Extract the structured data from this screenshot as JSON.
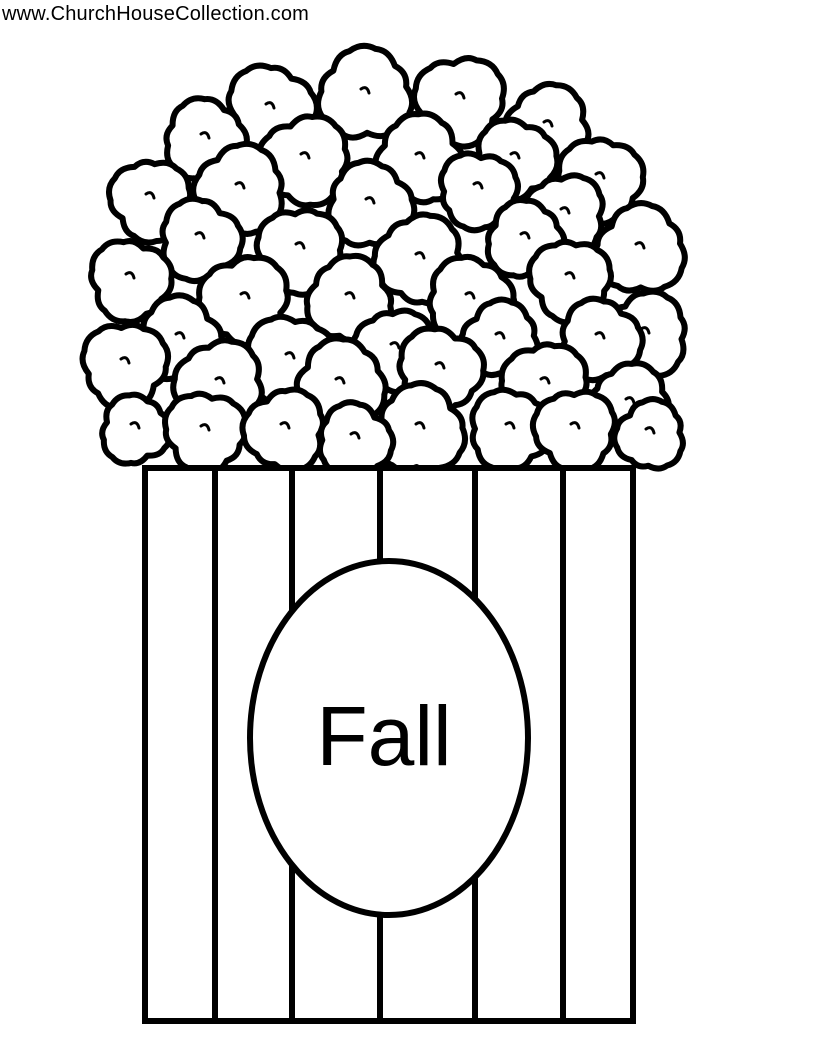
{
  "header": {
    "site_url": "www.ChurchHouseCollection.com"
  },
  "bucket": {
    "label": "Fall",
    "stripe_count": 6
  },
  "colors": {
    "line": "#000000",
    "fill": "#ffffff"
  },
  "icons": {
    "popcorn": "popcorn-kernels-icon",
    "bucket": "popcorn-bucket-icon"
  }
}
